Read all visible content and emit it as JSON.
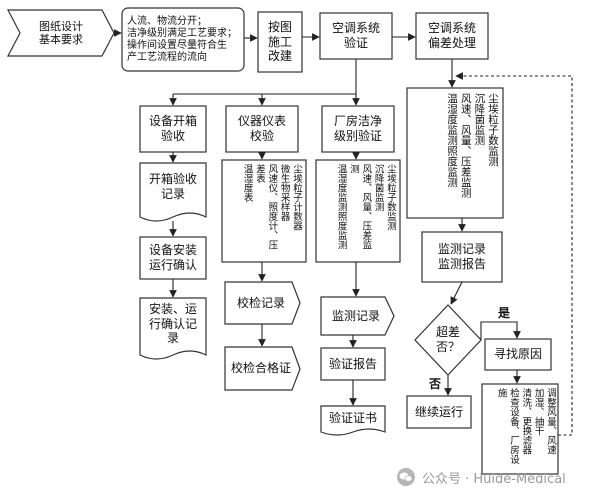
{
  "nodes": {
    "req": "图纸设计\n基本要求",
    "flow_note": "人流、物流分开；\n洁净级别满足工艺要求；\n操作间设置尽量符合生\n产工艺流程的流向",
    "construct": "按图\n施工\n改建",
    "hvac_verify": "空调系统\n验证",
    "hvac_dev": "空调系统\n偏差处理",
    "unpack": "设备开箱\n验收",
    "instr": "仪器仪表\n校验",
    "clean": "厂房洁净\n级别验证",
    "unpack_rec": "开箱验收\n记录",
    "install": "设备安装\n运行确认",
    "install_rec": "安装、运\n行确认记\n录",
    "instr_list": "尘埃粒子计数器\n微生物采样器\n风速仪、照度计、压差表\n温湿度表",
    "cal_rec": "校检记录",
    "cal_cert": "校检合格证",
    "clean_list": "尘埃粒子数监测\n沉降菌监测\n风速、风量、压差监测\n温湿度监测照度监测",
    "mon_rec": "监测记录",
    "ver_rep": "验证报告",
    "ver_cert": "验证证书",
    "dev_list": "尘埃粒子数监测\n沉降菌监测\n风速、风量、压差监测\n温湿度监测照度监测",
    "mon_rep": "监测记录\n监测报告",
    "exceed": "超差\n否？",
    "cont": "继续运行",
    "cause": "寻找原因",
    "fix_list": "调整风量、风速\n加湿、抽干\n清洗、更换滤器\n检查设备、厂房设施"
  },
  "edge_labels": {
    "yes": "是",
    "no": "否"
  },
  "watermark": {
    "text": "公众号 · Huide-Medical"
  }
}
